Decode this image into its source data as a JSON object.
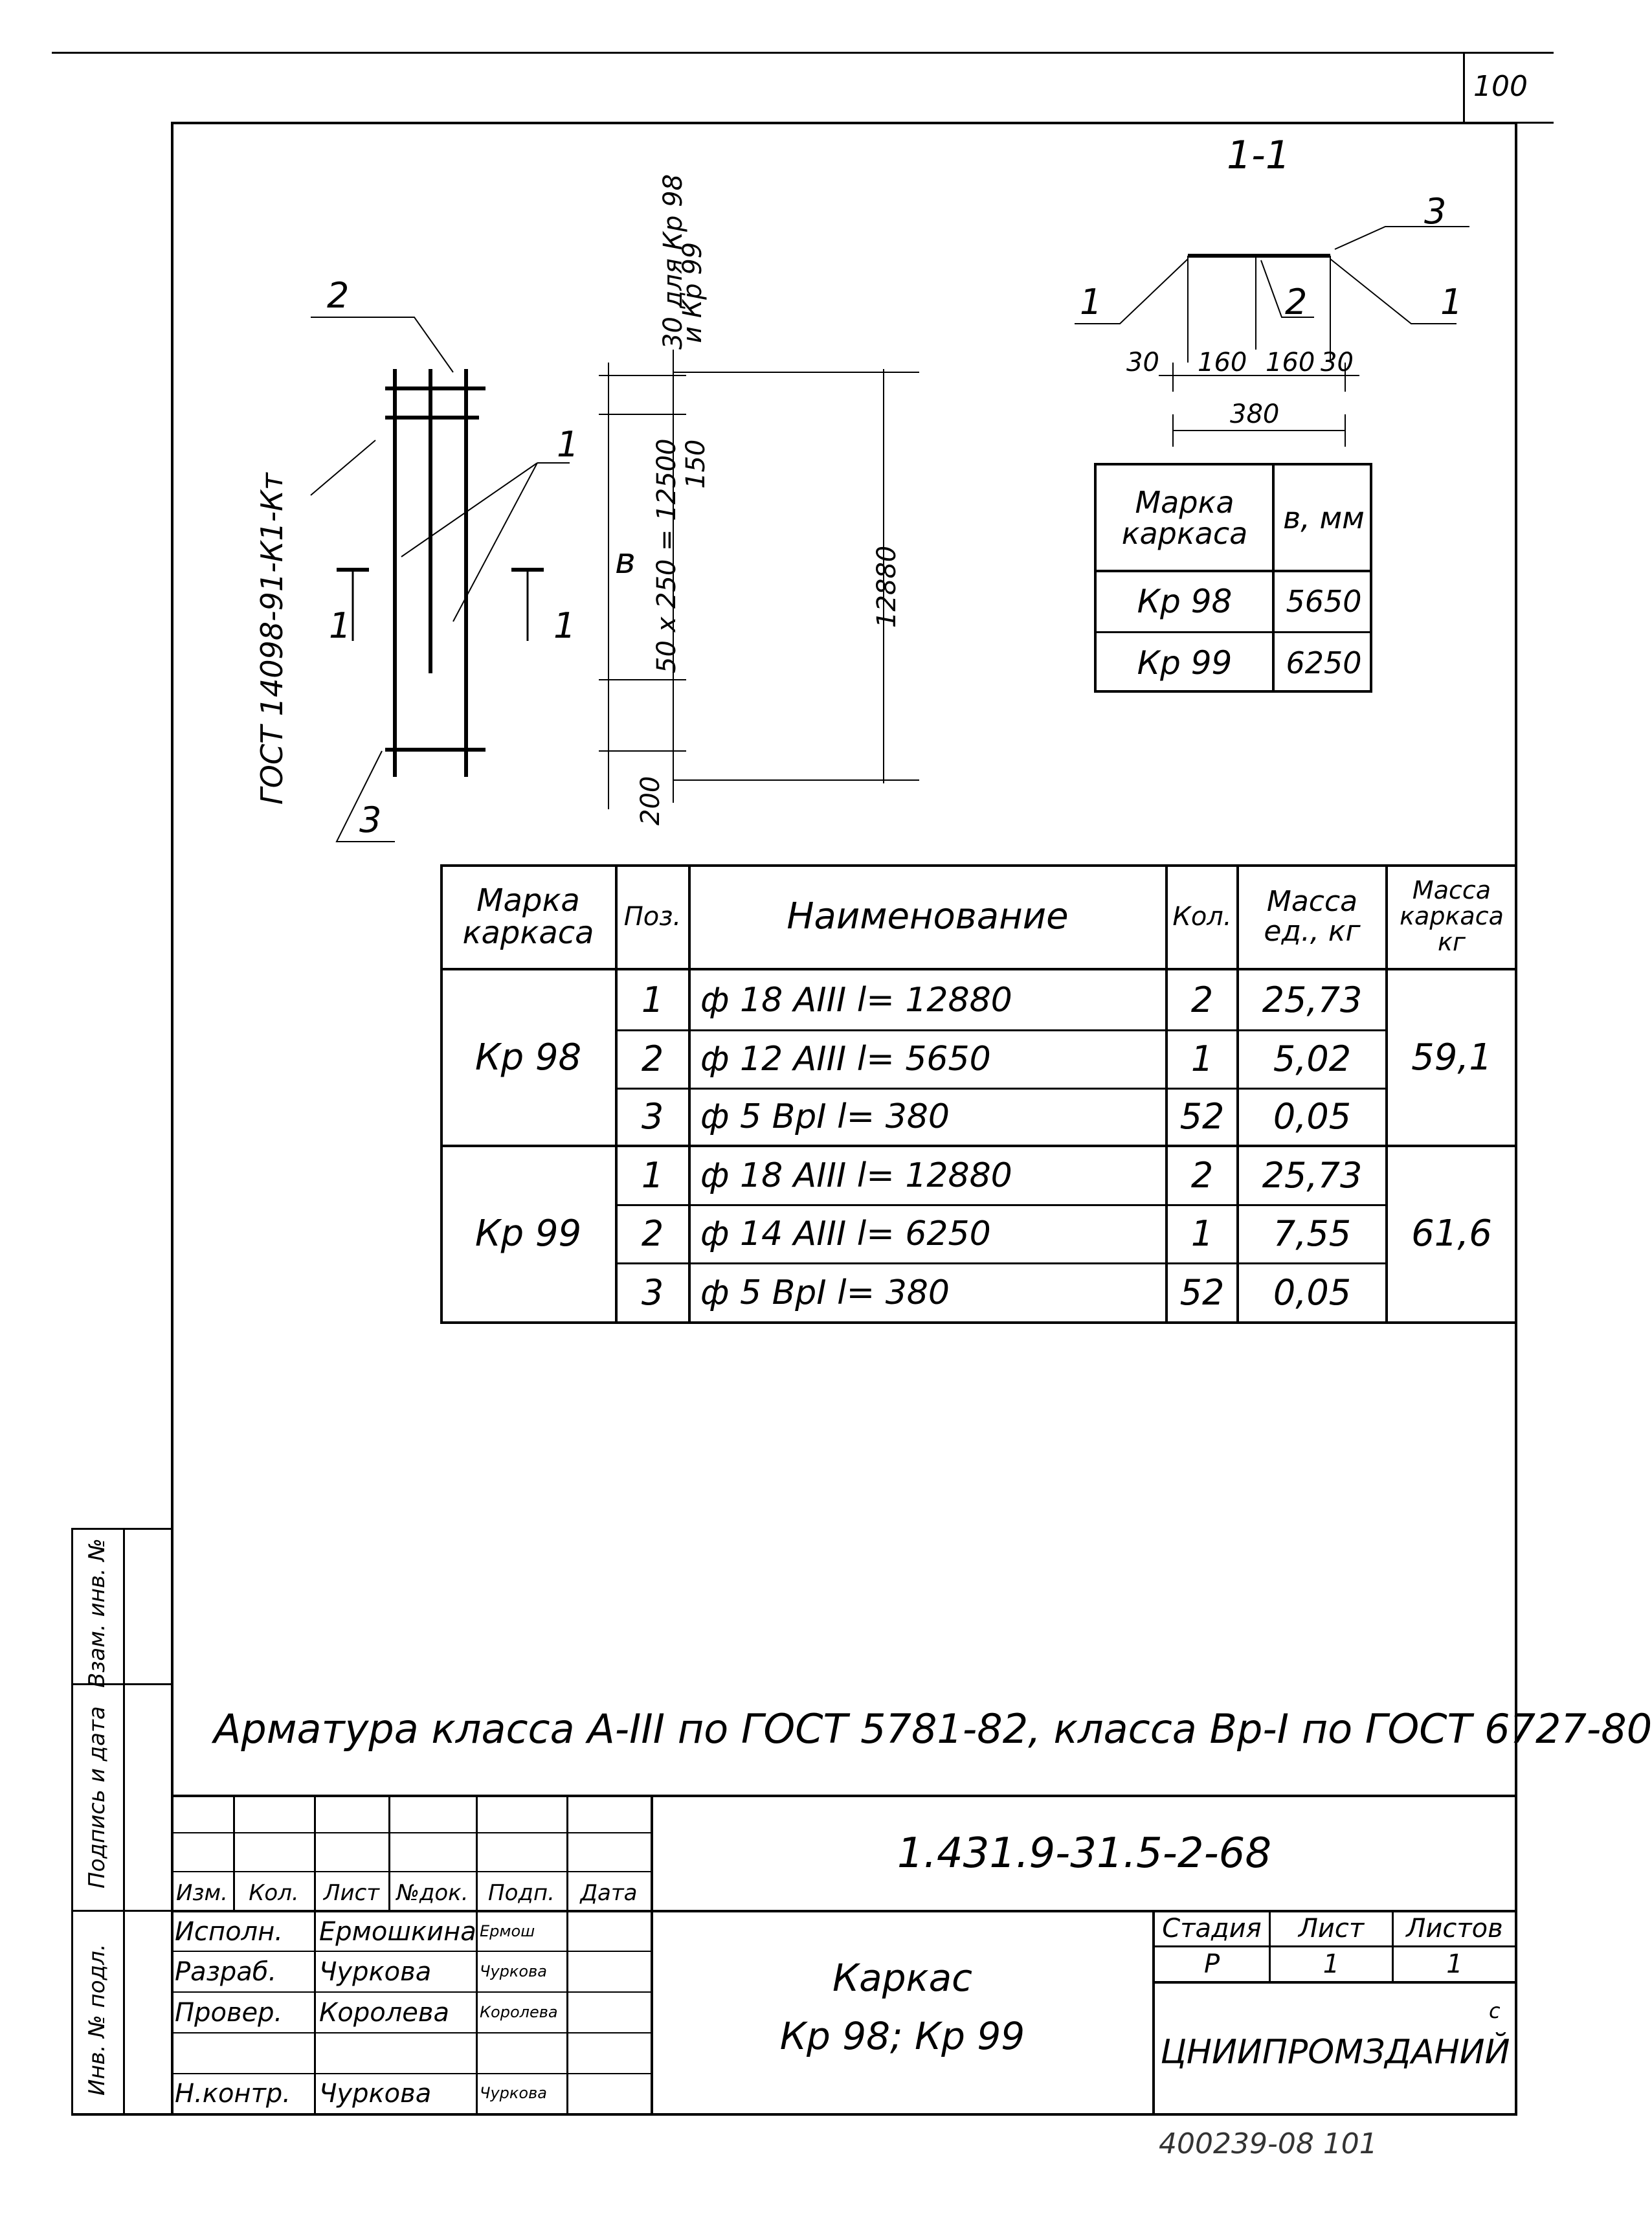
{
  "sheet_number": "100",
  "section": {
    "title": "1-1",
    "dims_top": [
      "30",
      "160",
      "160",
      "30"
    ],
    "dim_total": "380",
    "leaders": [
      "1",
      "2",
      "3",
      "1"
    ]
  },
  "elevation": {
    "label_2": "2",
    "label_1": "1",
    "label_3": "3",
    "section_mark_left": "1",
    "section_mark_right": "1",
    "label_b": "в",
    "gost_weld": "ГОСТ 14098-91-К1-Кт",
    "dim_30": "30 для Кр 98",
    "dim_30_b": "и Кр 99",
    "dim_150": "150",
    "dim_pitch": "50 х 250 = 12500",
    "dim_200": "200",
    "dim_total": "12880"
  },
  "small_table": {
    "headers": [
      "Марка каркаса",
      "в, мм"
    ],
    "rows": [
      [
        "Кр 98",
        "5650"
      ],
      [
        "Кр 99",
        "6250"
      ]
    ]
  },
  "spec_table": {
    "headers": {
      "mark": "Марка каркаса",
      "pos": "Поз.",
      "name": "Наименование",
      "qty": "Кол.",
      "unit_mass": "Масса ед., кг",
      "frame_mass": "Масса каркаса кг"
    },
    "groups": [
      {
        "mark": "Кр 98",
        "frame_mass": "59,1",
        "rows": [
          {
            "pos": "1",
            "name": "ф 18 АIII   l= 12880",
            "qty": "2",
            "mass": "25,73"
          },
          {
            "pos": "2",
            "name": "ф 12 АIII   l= 5650",
            "qty": "1",
            "mass": "5,02"
          },
          {
            "pos": "3",
            "name": "ф 5 ВрI   l= 380",
            "qty": "52",
            "mass": "0,05"
          }
        ]
      },
      {
        "mark": "Кр 99",
        "frame_mass": "61,6",
        "rows": [
          {
            "pos": "1",
            "name": "ф 18 АIII   l= 12880",
            "qty": "2",
            "mass": "25,73"
          },
          {
            "pos": "2",
            "name": "ф 14 АIII   l= 6250",
            "qty": "1",
            "mass": "7,55"
          },
          {
            "pos": "3",
            "name": "ф 5 ВрI   l= 380",
            "qty": "52",
            "mass": "0,05"
          }
        ]
      }
    ]
  },
  "note": "Арматура класса А-III по ГОСТ 5781-82, класса Вр-I по ГОСТ 6727-80",
  "side_stamp": [
    "Инв. № подл.",
    "Подпись и дата",
    "Взам. инв. №"
  ],
  "title_block": {
    "doc_code": "1.431.9-31.5-2-68",
    "col_headers": [
      "Изм.",
      "Кол.",
      "Лист",
      "№док.",
      "Подп.",
      "Дата"
    ],
    "roles": [
      {
        "role": "Исполн.",
        "name": "Ермошкина",
        "sign": "Ермош"
      },
      {
        "role": "Разраб.",
        "name": "Чуркова",
        "sign": "Чуркова"
      },
      {
        "role": "Провер.",
        "name": "Королева",
        "sign": "Королева"
      },
      {
        "role": "",
        "name": "",
        "sign": ""
      },
      {
        "role": "Н.контр.",
        "name": "Чуркова",
        "sign": "Чуркова"
      }
    ],
    "title_line1": "Каркас",
    "title_line2": "Кр 98;  Кр 99",
    "stage_label": "Стадия",
    "sheet_label": "Лист",
    "sheets_label": "Листов",
    "stage": "Р",
    "sheet": "1",
    "sheets": "1",
    "org": "ЦНИИПРОМЗДАНИЙ",
    "org_mark": "с"
  },
  "bottom_stamp": "400239-08   101"
}
